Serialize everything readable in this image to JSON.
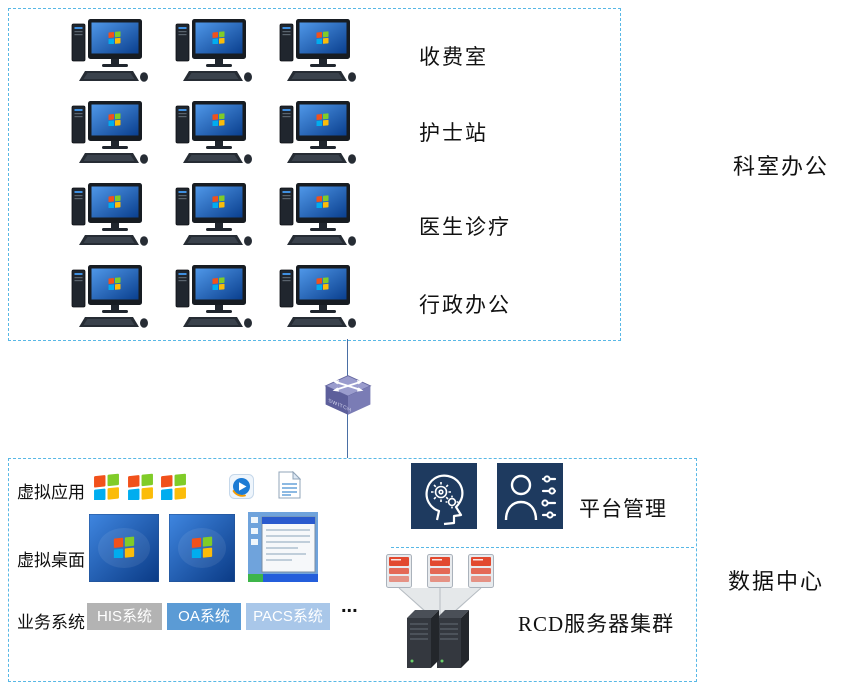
{
  "top_section": {
    "label": "科室办公",
    "rows": [
      {
        "label": "收费室"
      },
      {
        "label": "护士站"
      },
      {
        "label": "医生诊疗"
      },
      {
        "label": "行政办公"
      }
    ]
  },
  "network": {
    "switch_label": "SWITCH"
  },
  "bottom_section": {
    "label": "数据中心",
    "virtual_apps": {
      "label": "虚拟应用"
    },
    "virtual_desktops": {
      "label": "虚拟桌面"
    },
    "business_systems": {
      "label": "业务系统",
      "items": [
        {
          "label": "HIS系统",
          "color": "#b3b3b3"
        },
        {
          "label": "OA系统",
          "color": "#5b9bd5"
        },
        {
          "label": "PACS系统",
          "color": "#a9c7e9"
        }
      ],
      "more": "..."
    },
    "platform": {
      "label": "平台管理"
    },
    "cluster": {
      "label": "RCD服务器集群"
    }
  },
  "colors": {
    "box_border": "#58b8e6",
    "platform_icon_bg": "#1e3a5f",
    "server_accent": "#e2492f"
  },
  "icons": [
    "desktop-computer-icon",
    "network-switch-icon",
    "windows-logo-icon",
    "media-player-icon",
    "document-icon",
    "win7-desktop-thumbnail",
    "xp-desktop-thumbnail",
    "head-gears-icon",
    "user-settings-icon",
    "server-cluster-icon"
  ]
}
